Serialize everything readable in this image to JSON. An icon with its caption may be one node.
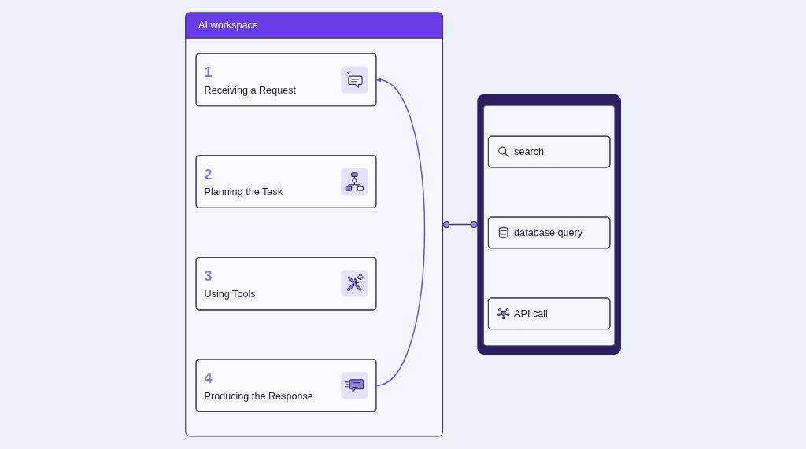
{
  "diagram": {
    "nodes": [
      {
        "text": [
          "AI workspace"
        ]
      },
      {
        "text": [
          "1",
          "Receiving a Request"
        ],
        "in": 0
      },
      {
        "text": [
          "2",
          "Planning the Task"
        ],
        "in": 0
      },
      {
        "text": [
          "3",
          "Using Tools"
        ],
        "in": 0
      },
      {
        "text": [
          "4",
          "Producing the Response"
        ],
        "in": 0
      },
      {
        "text": [],
        "shape": "box"
      },
      {
        "text": [
          "search"
        ],
        "in": 5
      },
      {
        "text": [
          "database query"
        ],
        "in": 5
      },
      {
        "text": [
          "API call"
        ],
        "in": 5
      }
    ],
    "edges": [
      {
        "from": 4,
        "to": 1,
        "arrow": "to",
        "color": "#6a4fd6"
      },
      {
        "from": 0,
        "to": 5,
        "arrow": "other",
        "color": "#3b3950"
      }
    ]
  }
}
